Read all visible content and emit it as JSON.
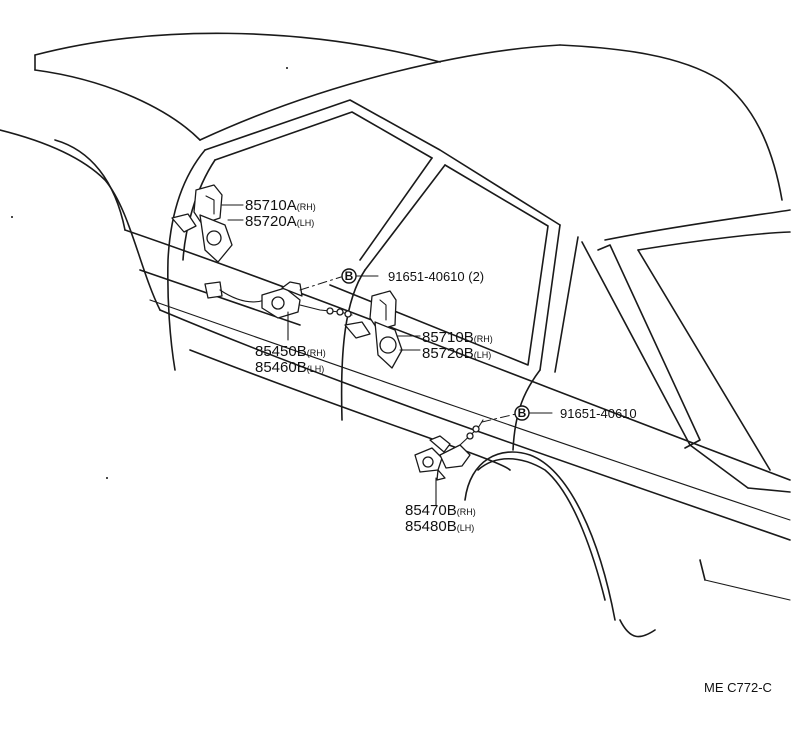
{
  "labels": {
    "front_motor": {
      "rh_part": "85710A",
      "rh_side": "RH",
      "lh_part": "85720A",
      "lh_side": "LH"
    },
    "rear_motor": {
      "rh_part": "85710B",
      "rh_side": "RH",
      "lh_part": "85720B",
      "lh_side": "LH"
    },
    "front_regulator": {
      "rh_part": "85450B",
      "rh_side": "RH",
      "lh_part": "85460B",
      "lh_side": "LH"
    },
    "rear_regulator": {
      "rh_part": "85470B",
      "rh_side": "RH",
      "lh_part": "85480B",
      "lh_side": "LH"
    },
    "screw_upper": {
      "marker": "B",
      "part": "91651-40610 (2)"
    },
    "screw_lower": {
      "marker": "B",
      "part": "91651-40610"
    }
  },
  "diagram_code": "ME C772-C"
}
